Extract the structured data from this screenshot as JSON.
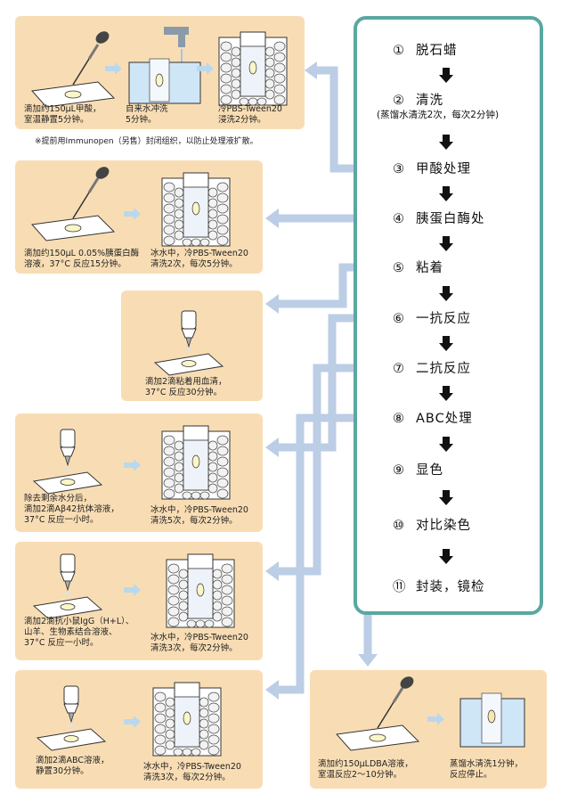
{
  "steps": [
    {
      "num": "①",
      "label": "脱石蜡"
    },
    {
      "num": "②",
      "label": "清洗",
      "sub": "(蒸馏水清洗2次，每次2分钟)"
    },
    {
      "num": "③",
      "label": "甲酸处理"
    },
    {
      "num": "④",
      "label": "胰蛋白酶处"
    },
    {
      "num": "⑤",
      "label": "粘着"
    },
    {
      "num": "⑥",
      "label": "一抗反应"
    },
    {
      "num": "⑦",
      "label": "二抗反应"
    },
    {
      "num": "⑧",
      "label": "ABC处理"
    },
    {
      "num": "⑨",
      "label": "显色"
    },
    {
      "num": "⑩",
      "label": "对比染色"
    },
    {
      "num": "⑪",
      "label": "封装，镜检"
    }
  ],
  "boxes": {
    "b1": {
      "c1": [
        "滴加约150μL甲酸，",
        "室温静置5分钟。"
      ],
      "c2": [
        "自来水冲洗",
        "5分钟。"
      ],
      "c3": [
        "冷PBS-Tween20",
        "浸洗2分钟。"
      ]
    },
    "note": "※提前用Immunopen（另售）封闭组织，以防止处理液扩散。",
    "b2": {
      "c1": [
        "滴加约150μL 0.05%胰蛋白酶",
        "溶液，37°C 反应15分钟。"
      ],
      "c2": [
        "冰水中，冷PBS-Tween20",
        "清洗2次，每次5分钟。"
      ]
    },
    "b3": {
      "c1": [
        "滴加2滴粘着用血清，",
        "37°C 反应30分钟。"
      ]
    },
    "b4": {
      "c1": [
        "除去剩余水分后，",
        "滴加2滴Aβ42抗体溶液，",
        "37°C 反应一小时。"
      ],
      "c2": [
        "冰水中，冷PBS-Tween20",
        "清洗5次，每次2分钟。"
      ]
    },
    "b5": {
      "c1": [
        "滴加2滴抗小鼠IgG（H+L）、",
        "山羊、生物素结合溶液、",
        "37°C 反应一小时。"
      ],
      "c2": [
        "冰水中，冷PBS-Tween20",
        "清洗3次，每次2分钟。"
      ]
    },
    "b6": {
      "c1": [
        "滴加2滴ABC溶液，",
        "静置30分钟。"
      ],
      "c2": [
        "冰水中，冷PBS-Tween20",
        "清洗3次，每次2分钟。"
      ]
    },
    "b7": {
      "c1": [
        "滴加约150μLDBA溶液，",
        "室温反应2～10分钟。"
      ],
      "c2": [
        "蒸馏水清洗1分钟，",
        "反应停止。"
      ]
    }
  },
  "colors": {
    "panel_border": "#5aa8a0",
    "box_fill": "#f8ddb4",
    "connector": "#bccde6",
    "arrow": "#b9d8ee"
  }
}
